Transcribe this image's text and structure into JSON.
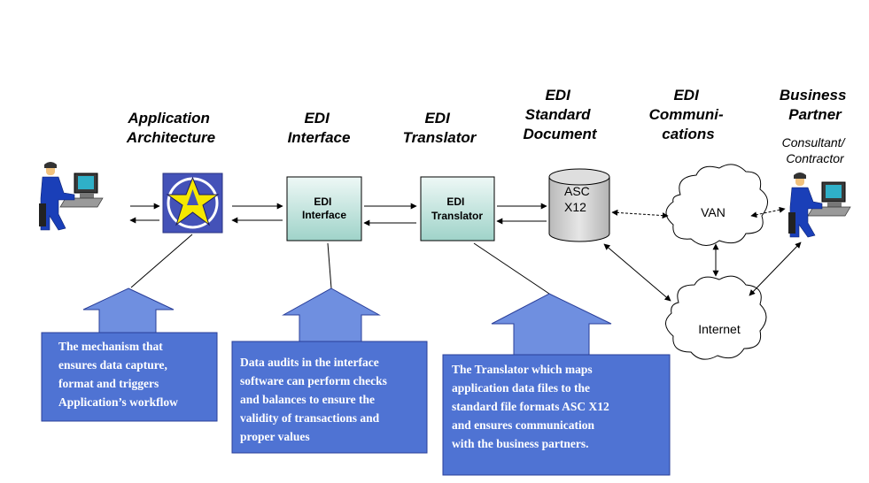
{
  "headings": {
    "app_architecture": [
      "Application",
      "Architecture"
    ],
    "edi_interface": [
      "EDI",
      "Interface"
    ],
    "edi_translator": [
      "EDI",
      "Translator"
    ],
    "edi_standard_document": [
      "EDI",
      "Standard",
      "Document"
    ],
    "edi_communications": [
      "EDI",
      "Communi-",
      "cations"
    ],
    "business_partner": [
      "Business",
      "Partner"
    ],
    "business_partner_sub": [
      "Consultant/",
      "Contractor"
    ]
  },
  "boxes": {
    "edi_interface": [
      "EDI",
      "Interface"
    ],
    "edi_translator": [
      "EDI",
      "Translator"
    ]
  },
  "document": {
    "lines": [
      "ASC",
      "X12"
    ]
  },
  "clouds": {
    "van": "VAN",
    "internet": "Internet"
  },
  "callouts": {
    "architecture": [
      "The mechanism that",
      "ensures data capture,",
      "format and triggers",
      "Application’s workflow"
    ],
    "interface": [
      "Data audits in the interface",
      "software can perform checks",
      "and balances to ensure the",
      "validity of transactions and",
      "proper values"
    ],
    "translator": [
      "The Translator  which maps",
      "application data files to the",
      "standard file formats ASC X12",
      "and ensures communication",
      "with the business  partners."
    ]
  },
  "colors": {
    "callout_fill": "#6f8fe0",
    "callout_box": "#4f73d3",
    "box_top": "#eef8f6",
    "box_bottom": "#9fd3c9",
    "logo_bg": "#4452b8",
    "logo_star": "#f5e800"
  },
  "icons": [
    "computer-user-icon",
    "application-logo-icon",
    "partner-computer-user-icon"
  ]
}
